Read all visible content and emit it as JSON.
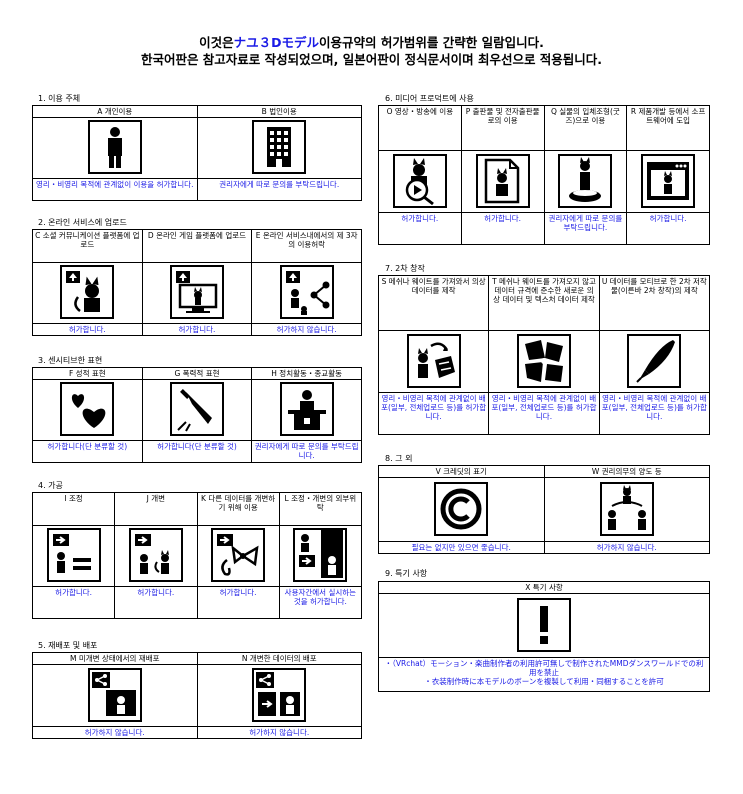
{
  "header": {
    "line1_pre": "이것은",
    "line1_hl": "ナユ３Dモデル",
    "line1_post": "이용규약의 허가범위를 간략한 일람입니다.",
    "line2": "한국어판은 참고자료로 작성되었으며, 일본어판이 정식문서이며 최우선으로 적용됩니다."
  },
  "s1": {
    "label": "1. 이용 주체",
    "cols": [
      {
        "head": "A 개인이용",
        "icon": "person-icon",
        "note": "영리・비영리 목적에 관계없이 이용을 허가합니다."
      },
      {
        "head": "B 법인이용",
        "icon": "building-icon",
        "note": "권리자에게 따로 문의를 부탁드립니다."
      }
    ]
  },
  "s2": {
    "label": "2. 온라인 서비스에 업로드",
    "cols": [
      {
        "head": "C 소셜 커뮤니케이션 플랫폼에 업로드",
        "icon": "upload-avatar-icon",
        "note": "허가합니다."
      },
      {
        "head": "D 온라인 게임 플랫폼에 업로드",
        "icon": "upload-monitor-icon",
        "note": "허가합니다."
      },
      {
        "head": "E 온라인 서비스내에서의 제 3자의 이용허락",
        "icon": "share-users-icon",
        "note": "허가하지 않습니다."
      }
    ]
  },
  "s3": {
    "label": "3. 센시티브한 표현",
    "cols": [
      {
        "head": "F 성적 표현",
        "icon": "hearts-icon",
        "note": "허가합니다(단 분류할 것)"
      },
      {
        "head": "G 폭력적 표현",
        "icon": "knife-icon",
        "note": "허가합니다(단 분류할 것)"
      },
      {
        "head": "H 정치활동・종교활동",
        "icon": "podium-icon",
        "note": "권리자에게 따로 문의를 부탁드립니다."
      }
    ]
  },
  "s4": {
    "label": "4. 가공",
    "cols": [
      {
        "head": "I 조정",
        "icon": "adjust-icon",
        "note": "허가합니다."
      },
      {
        "head": "J 개변",
        "icon": "modify-icon",
        "note": "허가합니다."
      },
      {
        "head": "K 다른 데이터를 개변하기 위해 이용",
        "icon": "ribbon-icon",
        "note": "허가합니다."
      },
      {
        "head": "L 조정・개변의 외부위탁",
        "icon": "outsource-icon",
        "note": "사용자간에서 실시하는 것을 허가합니다."
      }
    ]
  },
  "s5": {
    "label": "5. 재배포 및 배포",
    "cols": [
      {
        "head": "M 미개변 상태에서의 재배포",
        "icon": "redistribute-icon",
        "note": "허가하지 않습니다."
      },
      {
        "head": "N 개변한 데이터의 배포",
        "icon": "distribute-modified-icon",
        "note": "허가하지 않습니다."
      }
    ]
  },
  "s6": {
    "label": "6. 미디어 프로덕트에 사용",
    "cols": [
      {
        "head": "O 영상・방송에 이용",
        "icon": "video-icon",
        "note": "허가합니다."
      },
      {
        "head": "P 출판물 및 전자출판물로의 이용",
        "icon": "publication-icon",
        "note": "허가합니다."
      },
      {
        "head": "Q 실물의 입체조형(굿즈)으로 이용",
        "icon": "figure-icon",
        "note": "권리자에게 따로 문의를 부탁드립니다."
      },
      {
        "head": "R 제품개발 등에서 소프트웨어에 도입",
        "icon": "software-icon",
        "note": "허가합니다."
      }
    ]
  },
  "s7": {
    "label": "7. 2차 창작",
    "cols": [
      {
        "head": "S 메쉬나 웨이트를 가져와서 의상 데이터를 제작",
        "icon": "mesh-icon",
        "note": "영리・비영리 목적에 관계없이 배포(일부, 전체업로드 등)를 허가합니다."
      },
      {
        "head": "T 메쉬나 웨이트를 가져오지 않고 데이터 규격에 준수한 새로운 의상 데이터 및 텍스처 데이터 제작",
        "icon": "pieces-icon",
        "note": "영리・비영리 목적에 관계없이 배포(일부, 전체업로드 등)를 허가합니다."
      },
      {
        "head": "U 데이터를 모티브로 한 2차 저작물(이른바 2차 창작)의 제작",
        "icon": "pen-icon",
        "note": "영리・비영리 목적에 관계없이 배포(일부, 전체업로드 등)를 허가합니다."
      }
    ]
  },
  "s8": {
    "label": "8. 그 외",
    "cols": [
      {
        "head": "V 크레딧의 표기",
        "icon": "copyright-icon",
        "note": "필요는 없지만 있으면 좋습니다."
      },
      {
        "head": "W 권리의무의 양도 등",
        "icon": "transfer-icon",
        "note": "허가하지 않습니다."
      }
    ]
  },
  "s9": {
    "label": "9. 특기 사항",
    "head": "X 특기 사항",
    "icon": "exclamation-icon",
    "note1": "・（VRchat）モーション・楽曲制作者の利用許可無しで制作されたMMDダンスワールドでの利用を禁止",
    "note2": "・衣装制作時に本モデルのボーンを複製して利用・同梱することを許可"
  }
}
